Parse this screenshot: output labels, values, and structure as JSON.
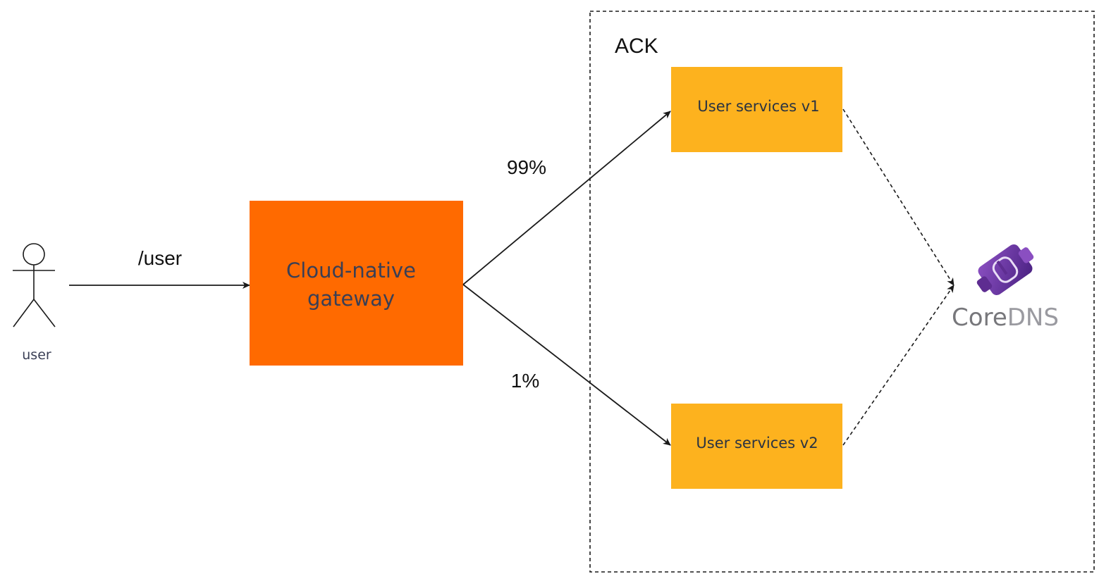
{
  "actor": {
    "label": "user"
  },
  "request_path": "/user",
  "gateway": {
    "line1": "Cloud-native",
    "line2": "gateway"
  },
  "cluster": {
    "label": "ACK"
  },
  "services": [
    {
      "label": "User services v1",
      "weight": "99%"
    },
    {
      "label": "User services v2",
      "weight": "1%"
    }
  ],
  "dns": {
    "text_a": "Core",
    "text_b": "DNS"
  },
  "colors": {
    "gateway_fill": "#ff6a00",
    "service_fill": "#fdb21e",
    "service_text": "#2a3342",
    "gateway_text": "#3a3f55",
    "dns_text_gray": "#77777b",
    "dns_logo_purple": "#5e2d91",
    "line": "#1a1a1a"
  },
  "icons": [
    "person-icon",
    "coredns-logo-icon"
  ]
}
